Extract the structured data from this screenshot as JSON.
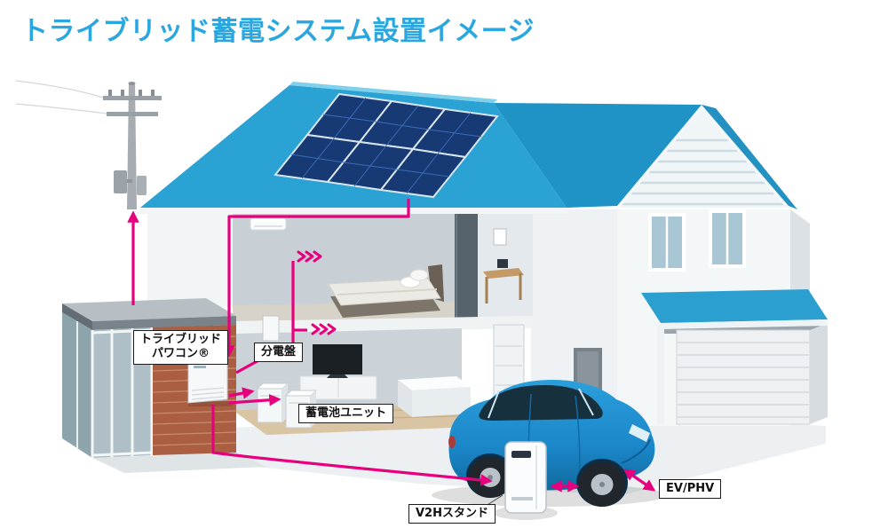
{
  "title": "トライブリッド蓄電システム設置イメージ",
  "labels": {
    "powcon_line1": "トライブリッド",
    "powcon_line2": "パワコン®",
    "distribution_board": "分電盤",
    "battery_unit": "蓄電池ユニット",
    "v2h_stand": "V2Hスタンド",
    "ev_phv": "EV/PHV"
  },
  "colors": {
    "title_blue": "#2aa7df",
    "flow_arrow_magenta": "#e6007e",
    "roof_blue": "#2aa2d4",
    "solar_panel_navy": "#173a74",
    "brick_red": "#aa5f43",
    "car_blue": "#1b87c9"
  }
}
